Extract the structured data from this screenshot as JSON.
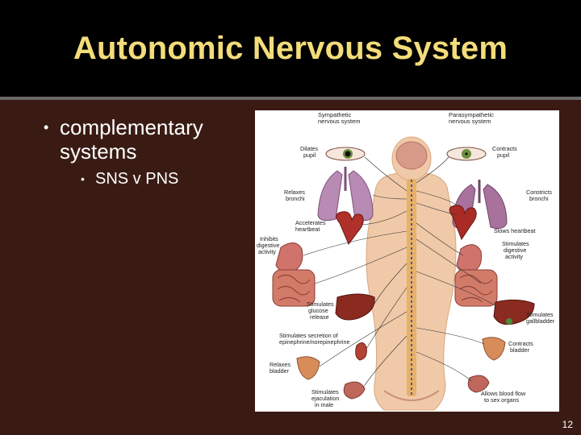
{
  "slide": {
    "title": "Autonomic Nervous System",
    "bullet1": "complementary systems",
    "bullet2": "SNS v PNS",
    "page_number": "12"
  },
  "figure": {
    "headers": {
      "sympathetic": "Sympathetic nervous system",
      "parasympathetic": "Parasympathetic nervous system"
    },
    "left_labels": {
      "dilates": "Dilates pupil",
      "relaxes_bronchi": "Relaxes bronchi",
      "accelerates": "Accelerates heartbeat",
      "inhibits": "Inhibits digestive activity",
      "glucose": "Stimulates glucose release",
      "epinephrine": "Stimulates secretion of epinephrine/norepinephrine",
      "relaxes_bladder": "Relaxes bladder",
      "ejaculation": "Stimulates ejaculation in male"
    },
    "right_labels": {
      "contracts_pupil": "Contracts pupil",
      "constricts": "Constricts bronchi",
      "slows": "Slows heartbeat",
      "digestive": "Stimulates digestive activity",
      "gallbladder": "Stimulates gallbladder",
      "contracts_bladder": "Contracts bladder",
      "blood_flow": "Allows blood flow to sex organs"
    }
  }
}
